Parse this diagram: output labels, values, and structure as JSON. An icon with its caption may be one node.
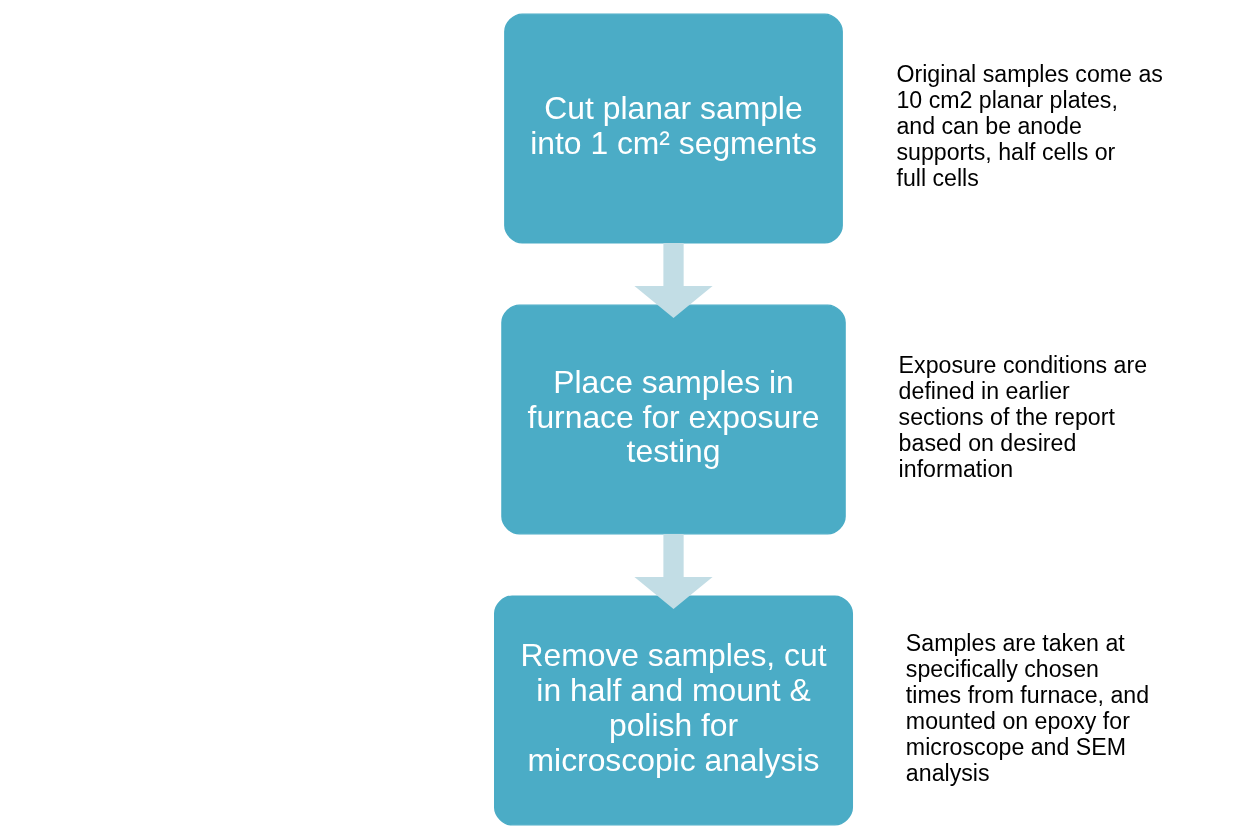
{
  "diagram": {
    "nodes": [
      {
        "text": [
          "Cut planar sample into 1 cm² segments"
        ],
        "beside": [
          "Original samples come as 10 cm2 planar plates, and can be anode supports, half cells or full cells"
        ]
      },
      {
        "text": [
          "Place samples in furnace for exposure testing"
        ],
        "beside": [
          "Exposure conditions are defined in earlier sections of the report based on desired information"
        ]
      },
      {
        "text": [
          "Remove samples, cut in half and mount & polish for microscopic analysis"
        ],
        "beside": [
          "Samples are taken at specifically chosen times from furnace, and mounted on epoxy for microscope and SEM analysis"
        ]
      }
    ],
    "edges": [
      {
        "from": 0,
        "to": 1,
        "arrow": "to"
      },
      {
        "from": 1,
        "to": 2,
        "arrow": "to"
      }
    ]
  }
}
